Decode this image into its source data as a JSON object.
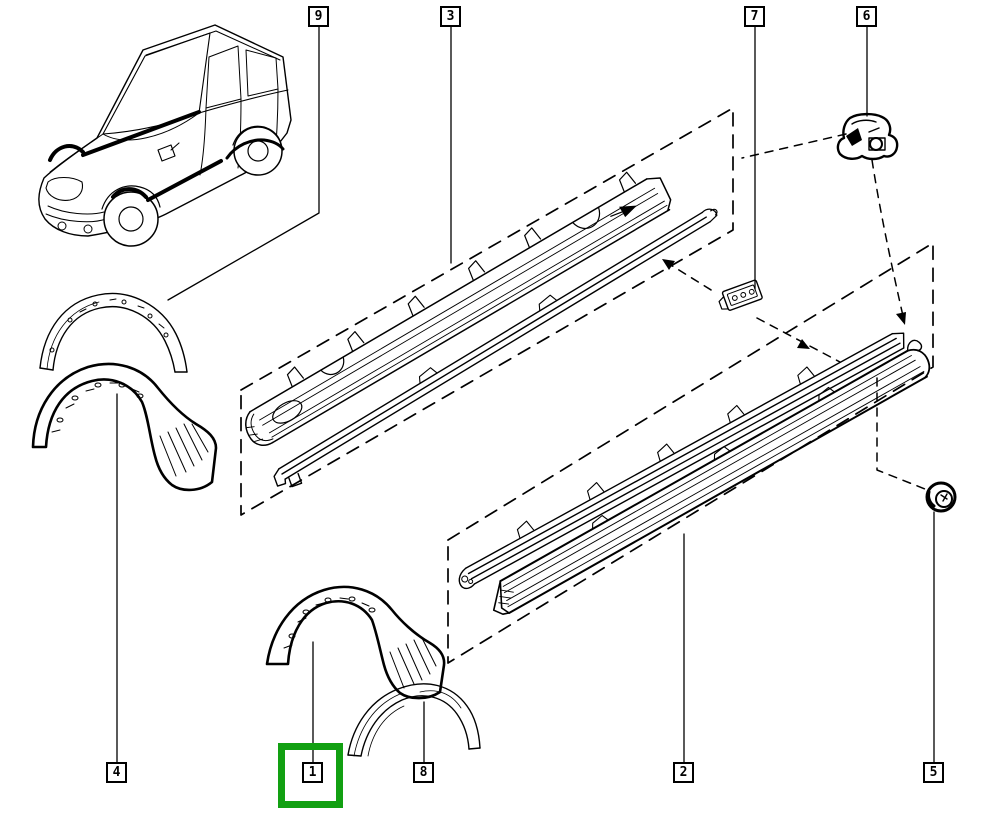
{
  "diagram": {
    "colors": {
      "background": "#ffffff",
      "line": "#000000",
      "highlight": "#12a012"
    },
    "callouts": [
      {
        "label": "9",
        "highlighted": false
      },
      {
        "label": "3",
        "highlighted": false
      },
      {
        "label": "7",
        "highlighted": false
      },
      {
        "label": "6",
        "highlighted": false
      },
      {
        "label": "4",
        "highlighted": false
      },
      {
        "label": "1",
        "highlighted": true
      },
      {
        "label": "8",
        "highlighted": false
      },
      {
        "label": "2",
        "highlighted": false
      },
      {
        "label": "5",
        "highlighted": false
      }
    ]
  }
}
